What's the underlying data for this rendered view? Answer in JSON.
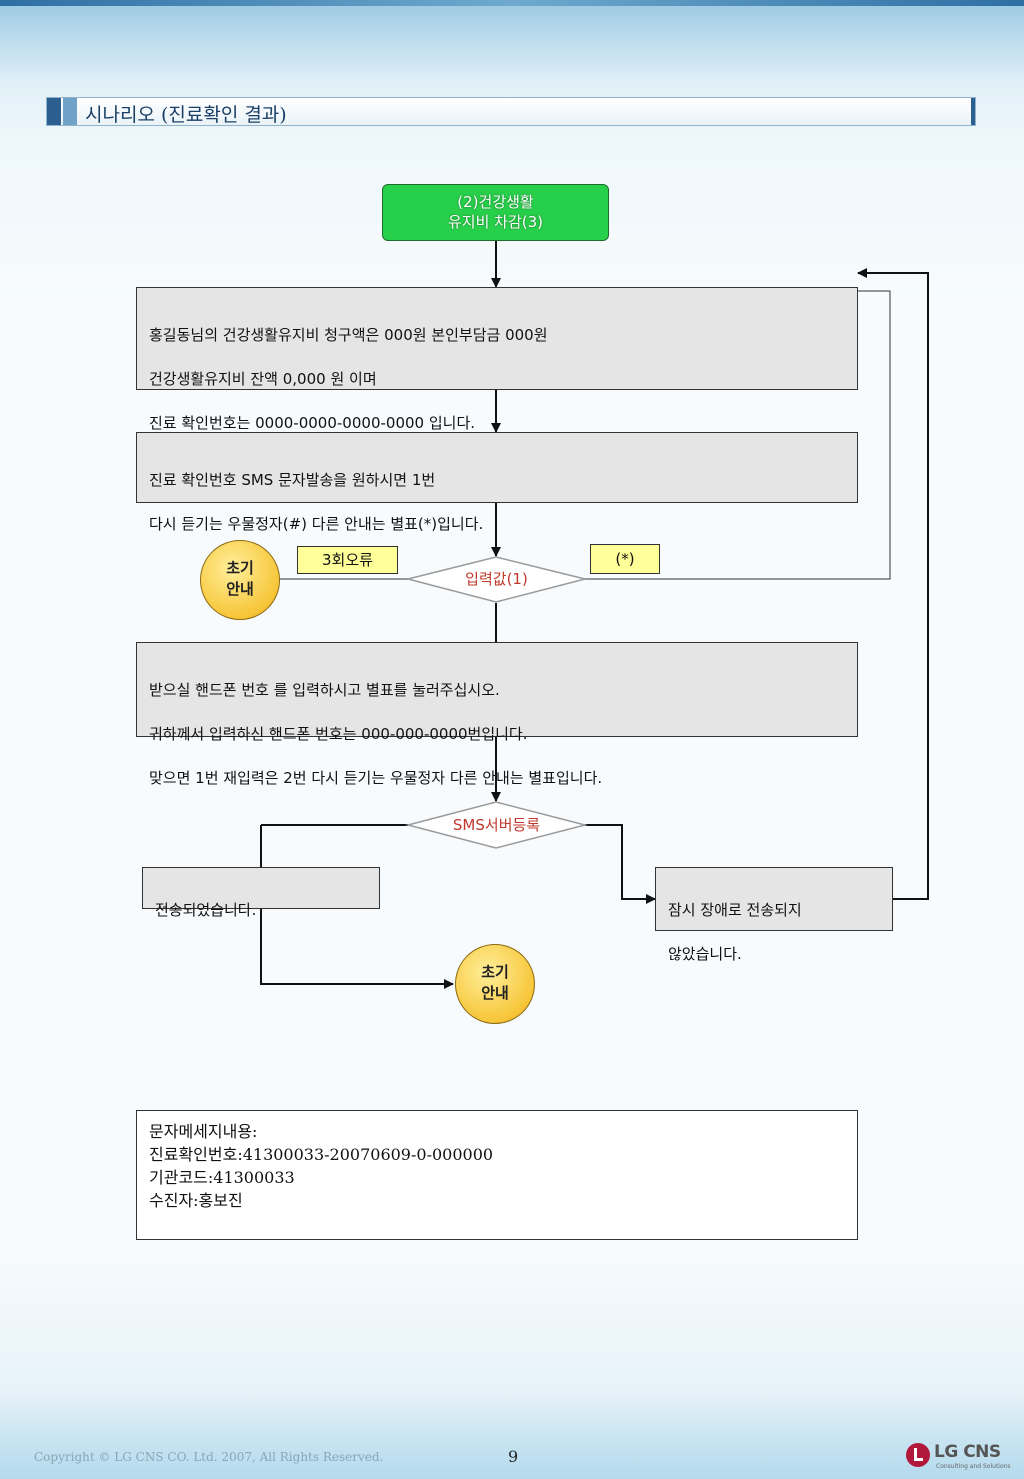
{
  "header": {
    "title": "시나리오 (진료확인 결과)"
  },
  "flow": {
    "start": {
      "lines": [
        "(2)건강생활",
        "유지비 차감(3)"
      ]
    },
    "box1": {
      "lines": [
        "홍길동님의 건강생활유지비 청구액은 000원  본인부담금 000원",
        "건강생활유지비 잔액 0,000 원 이며",
        "진료 확인번호는 0000-0000-0000-0000 입니다."
      ]
    },
    "box2": {
      "lines": [
        "진료 확인번호 SMS 문자발송을 원하시면 1번",
        "다시 듣기는 우물정자(#)  다른 안내는 별표(*)입니다."
      ]
    },
    "initial_guide_1": {
      "lines": [
        "초기",
        "안내"
      ]
    },
    "error_note": "3회오류",
    "star_note": "(*)",
    "decision1": "입력값(1)",
    "box3": {
      "lines": [
        "받으실 핸드폰 번호 를 입력하시고 별표를 눌러주십시오.",
        "귀하께서 입력하신 핸드폰 번호는 000-000-0000번입니다.",
        "맞으면 1번 재입력은 2번 다시 듣기는 우물정자 다른 안내는 별표입니다."
      ]
    },
    "decision2": "SMS서버등록",
    "sent_box": "전송되었습니다.",
    "fail_box": {
      "lines": [
        "잠시 장애로 전송되지",
        "않았습니다."
      ]
    },
    "initial_guide_2": {
      "lines": [
        "초기",
        "안내"
      ]
    }
  },
  "sms_message": {
    "lines": [
      "문자메세지내용:",
      "진료확인번호:41300033-20070609-0-000000",
      "기관코드:41300033",
      "수진자:홍보진"
    ]
  },
  "footer": {
    "copyright": "Copyright © LG CNS CO. Ltd. 2007, All Rights Reserved.",
    "page_number": "9",
    "logo_text": "LG CNS",
    "logo_subtext": "Consulting and Solutions"
  },
  "colors": {
    "start_fill": "#27d04a",
    "circle_fill": "#f7c63a",
    "note_fill": "#ffff99",
    "box_fill": "#e5e5e5",
    "decision_text": "#c0392b"
  }
}
